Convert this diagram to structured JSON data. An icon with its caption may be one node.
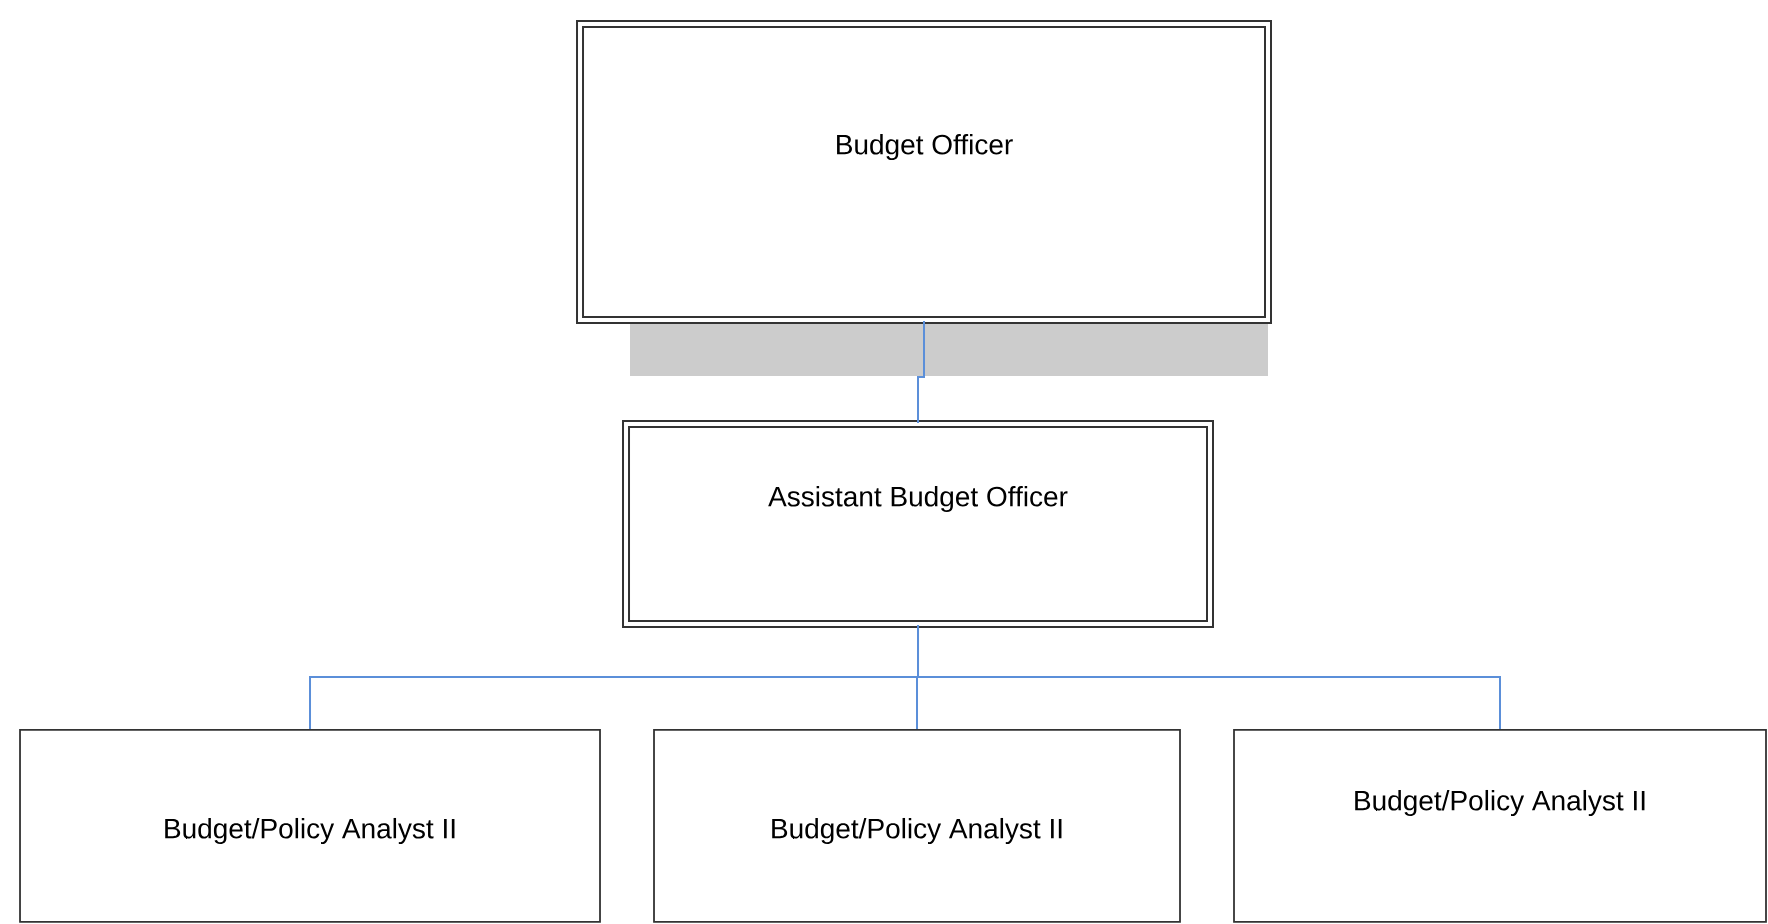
{
  "diagram": {
    "nodes": [
      {
        "text": [
          "Budget Officer"
        ]
      },
      {
        "text": [
          "Assistant Budget Officer"
        ]
      },
      {
        "text": [
          "Budget/Policy Analyst II"
        ]
      },
      {
        "text": [
          "Budget/Policy Analyst II"
        ]
      },
      {
        "text": [
          "Budget/Policy Analyst II"
        ]
      }
    ],
    "edges": [
      {
        "from": 0,
        "to": 1,
        "arrow": "none"
      },
      {
        "from": 1,
        "to": 2,
        "arrow": "none"
      },
      {
        "from": 1,
        "to": 3,
        "arrow": "none"
      },
      {
        "from": 1,
        "to": 4,
        "arrow": "none"
      }
    ]
  }
}
